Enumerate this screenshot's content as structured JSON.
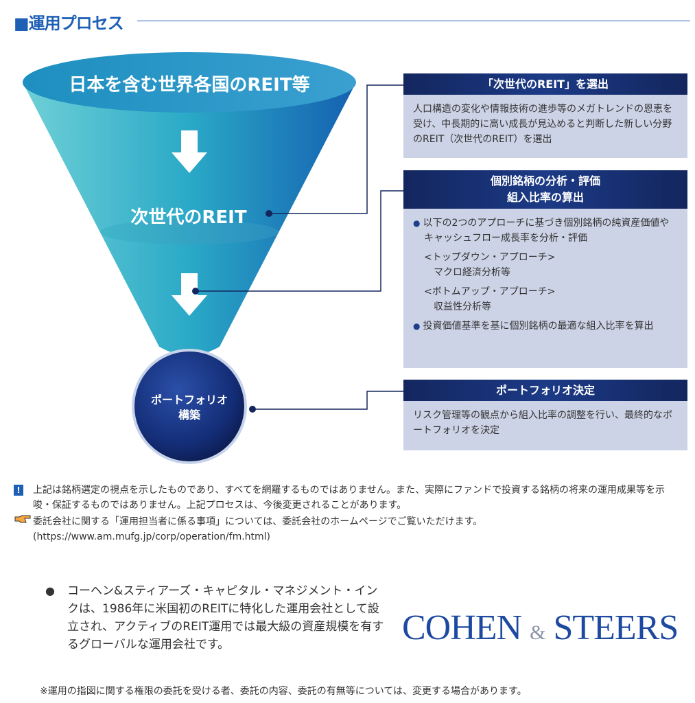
{
  "section_title": "■運用プロセス",
  "funnel": {
    "top_label": "日本を含む世界各国のREIT等",
    "middle_label": "次世代のREIT",
    "bottom_label_1": "ポートフォリオ",
    "bottom_label_2": "構築"
  },
  "steps": [
    {
      "header": "「次世代のREIT」を選出",
      "body": "人口構造の変化や情報技術の進歩等のメガトレンドの恩恵を受け、中長期的に高い成長が見込めると判断した新しい分野のREIT（次世代のREIT）を選出"
    },
    {
      "header_1": "個別銘柄の分析・評価",
      "header_2": "組入比率の算出",
      "bullet_1": "以下の2つのアプローチに基づき個別銘柄の純資産価値やキャッシュフロー成長率を分析・評価",
      "approach_1": "<トップダウン・アプローチ>",
      "approach_1_detail": "マクロ経済分析等",
      "approach_2": "<ボトムアップ・アプローチ>",
      "approach_2_detail": "収益性分析等",
      "bullet_2": "投資価値基準を基に個別銘柄の最適な組入比率を算出"
    },
    {
      "header": "ポートフォリオ決定",
      "body": "リスク管理等の観点から組入比率の調整を行い、最終的なポートフォリオを決定"
    }
  ],
  "notes": {
    "warning_icon": "!",
    "warning": "上記は銘柄選定の視点を示したものであり、すべてを網羅するものではありません。また、実際にファンドで投資する銘柄の将来の運用成果等を示唆・保証するものではありません。上記プロセスは、今後変更されることがあります。",
    "pointer": "委託会社に関する「運用担当者に係る事項」については、委託会社のホームページでご覧いただけます。",
    "url": "(https://www.am.mufg.jp/corp/operation/fm.html)"
  },
  "company": {
    "description": "コーヘン&スティアーズ・キャピタル・マネジメント・インクは、1986年に米国初のREITに特化した運用会社として設立され、アクティブのREIT運用では最大級の資産規模を有するグローバルな運用会社です。",
    "logo_left": "COHEN",
    "logo_amp": "&",
    "logo_right": "STEERS"
  },
  "footnote": "※運用の指図に関する権限の委託を受ける者、委託の内容、委託の有無等については、変更する場合があります。",
  "colors": {
    "accent": "#1d5fb4",
    "navy": "#13265e",
    "box_bg": "#ccd3e6"
  }
}
